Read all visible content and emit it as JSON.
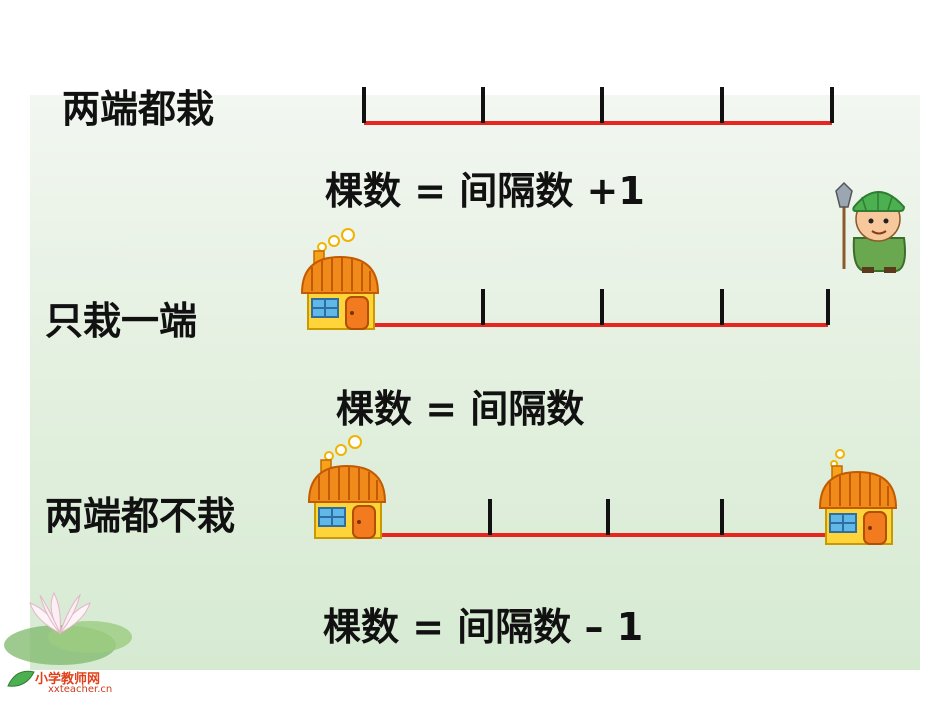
{
  "rows": [
    {
      "label": "两端都栽",
      "formula": "棵数 = 间隔数 +1"
    },
    {
      "label": "只栽一端",
      "formula": "棵数 = 间隔数"
    },
    {
      "label": "两端都不栽",
      "formula": "棵数 = 间隔数 – 1"
    }
  ],
  "logo": {
    "name": "小学教师网",
    "url": "xxteacher.cn"
  },
  "colors": {
    "line": "#e8261f",
    "tick": "#111111",
    "roof": "#f08a1a",
    "wall": "#ffd43b",
    "panel": "#e4efe1"
  },
  "icons": [
    "house-icon",
    "gardener-icon",
    "lotus-icon",
    "leaf-icon"
  ]
}
